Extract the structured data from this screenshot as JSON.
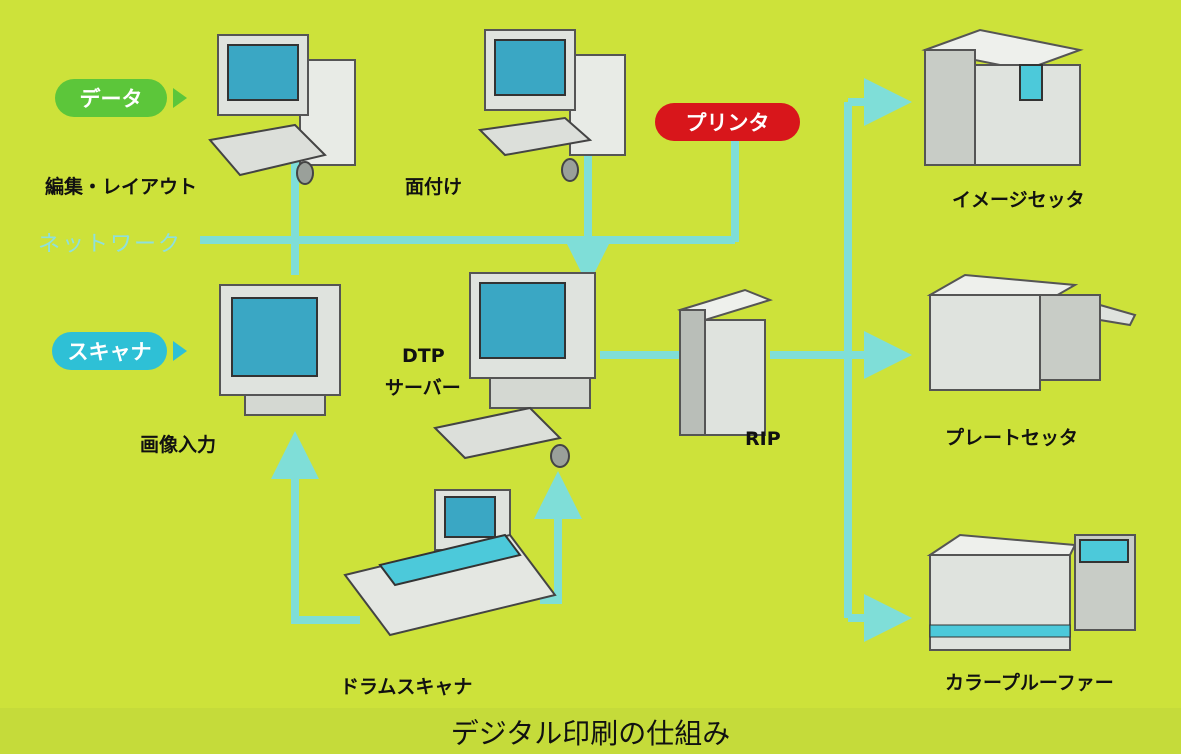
{
  "title": "デジタル印刷の仕組み",
  "inputs": {
    "data": "データ",
    "scanner": "スキャナ",
    "printer": "プリンタ"
  },
  "network_label": "ネットワーク",
  "nodes": {
    "editing": "編集・レイアウト",
    "imposition": "面付け",
    "dtp_line1": "DTP",
    "dtp_line2": "サーバー",
    "image_input": "画像入力",
    "drum_scanner": "ドラムスキャナ",
    "rip": "RIP"
  },
  "outputs": {
    "imagesetter": "イメージセッタ",
    "platesetter": "プレートセッタ",
    "color_proofer": "カラープルーファー"
  },
  "colors": {
    "background": "#cde23a",
    "connector": "#7fded8",
    "data_pill": "#5cc63a",
    "scanner_pill": "#2ec0d6",
    "printer_pill": "#d8161b",
    "network_text": "#8fe0dc"
  }
}
